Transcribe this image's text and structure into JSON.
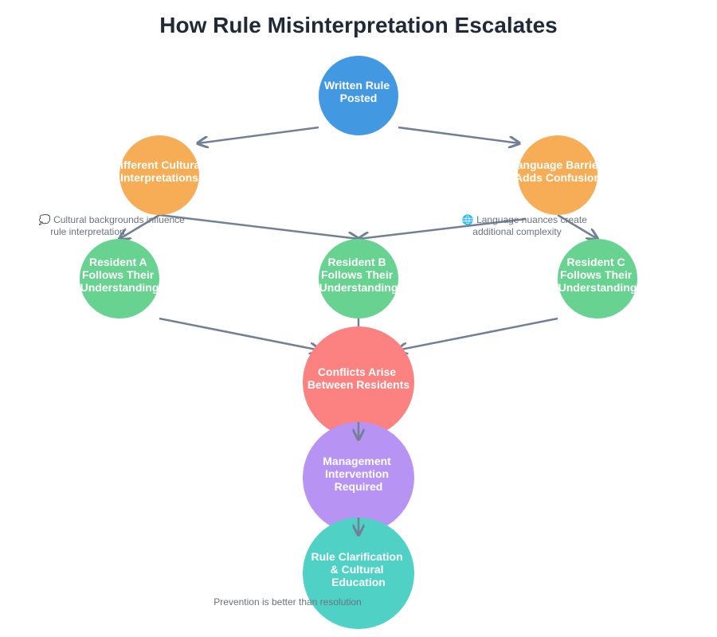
{
  "title": "How Rule Misinterpretation Escalates",
  "nodes": [
    {
      "id": "rule",
      "lines": [
        "Written Rule",
        "Posted"
      ],
      "color": "#4299e1"
    },
    {
      "id": "cultural",
      "lines": [
        "Different Cultural",
        "Interpretations"
      ],
      "color": "#f6ad55"
    },
    {
      "id": "language",
      "lines": [
        "Language Barrier",
        "Adds Confusion"
      ],
      "color": "#f6ad55"
    },
    {
      "id": "resA",
      "lines": [
        "Resident A",
        "Follows Their",
        "Understanding"
      ],
      "color": "#68d391"
    },
    {
      "id": "resB",
      "lines": [
        "Resident B",
        "Follows Their",
        "Understanding"
      ],
      "color": "#68d391"
    },
    {
      "id": "resC",
      "lines": [
        "Resident C",
        "Follows Their",
        "Understanding"
      ],
      "color": "#68d391"
    },
    {
      "id": "conflict",
      "lines": [
        "Conflicts Arise",
        "Between Residents"
      ],
      "color": "#fc8181"
    },
    {
      "id": "management",
      "lines": [
        "Management",
        "Intervention",
        "Required"
      ],
      "color": "#b794f4"
    },
    {
      "id": "clarify",
      "lines": [
        "Rule Clarification",
        "& Cultural",
        "Education"
      ],
      "color": "#4fd1c5"
    }
  ],
  "notes": [
    {
      "id": "note-cultural",
      "icon": "speech-bubble-icon",
      "lines": [
        "💭 Cultural backgrounds influence",
        "rule interpretation"
      ]
    },
    {
      "id": "note-language",
      "icon": "globe-icon",
      "lines": [
        "🌐 Language nuances create",
        "additional complexity"
      ]
    },
    {
      "id": "note-prevention",
      "lines": [
        "Prevention is better than resolution"
      ]
    }
  ],
  "edges": [
    {
      "from": "rule",
      "to": "cultural"
    },
    {
      "from": "rule",
      "to": "language"
    },
    {
      "from": "cultural",
      "to": "resA"
    },
    {
      "from": "cultural",
      "to": "resB"
    },
    {
      "from": "language",
      "to": "resB"
    },
    {
      "from": "language",
      "to": "resC"
    },
    {
      "from": "resA",
      "to": "conflict"
    },
    {
      "from": "resB",
      "to": "conflict"
    },
    {
      "from": "resC",
      "to": "conflict"
    },
    {
      "from": "conflict",
      "to": "management"
    },
    {
      "from": "management",
      "to": "clarify"
    }
  ],
  "colors": {
    "edge": "#718096",
    "title": "#1f2937",
    "note": "#6b7280"
  }
}
